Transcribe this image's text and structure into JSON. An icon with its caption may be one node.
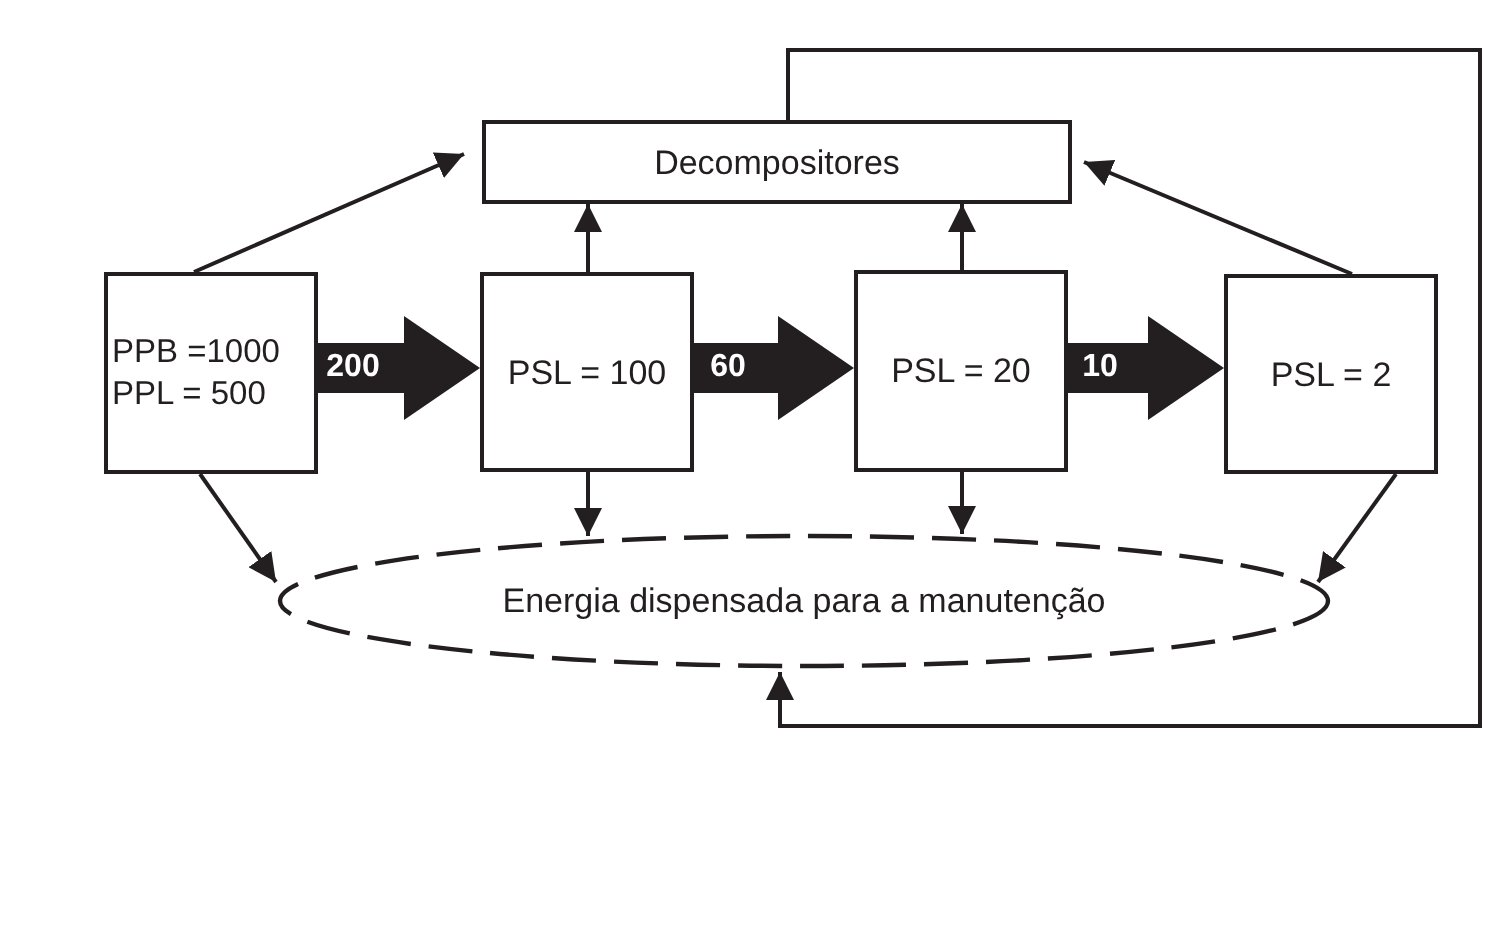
{
  "diagram": {
    "nodes": [
      {
        "text": [
          "Decompositores"
        ]
      },
      {
        "text": [
          "PPB =1000 PPL = 500"
        ]
      },
      {
        "text": [
          "PSL = 100"
        ]
      },
      {
        "text": [
          "PSL = 20"
        ]
      },
      {
        "text": [
          "PSL = 2"
        ]
      },
      {
        "text": [
          "Energia dispensada para a manutenção"
        ]
      }
    ],
    "edges": [
      {
        "from": 1,
        "to": 0,
        "arrow": "to"
      },
      {
        "from": 2,
        "to": 0,
        "arrow": "to"
      },
      {
        "from": 3,
        "to": 0,
        "arrow": "to"
      },
      {
        "from": 4,
        "to": 0,
        "arrow": "to"
      },
      {
        "from": 1,
        "to": 2,
        "arrow": "to",
        "label": "200",
        "style": "thick"
      },
      {
        "from": 2,
        "to": 3,
        "arrow": "to",
        "label": "60",
        "style": "thick"
      },
      {
        "from": 3,
        "to": 4,
        "arrow": "to",
        "label": "10",
        "style": "thick"
      },
      {
        "from": 1,
        "to": 5,
        "arrow": "to"
      },
      {
        "from": 2,
        "to": 5,
        "arrow": "to"
      },
      {
        "from": 3,
        "to": 5,
        "arrow": "to"
      },
      {
        "from": 4,
        "to": 5,
        "arrow": "to"
      },
      {
        "from": 0,
        "to": 5,
        "arrow": "to"
      }
    ]
  }
}
